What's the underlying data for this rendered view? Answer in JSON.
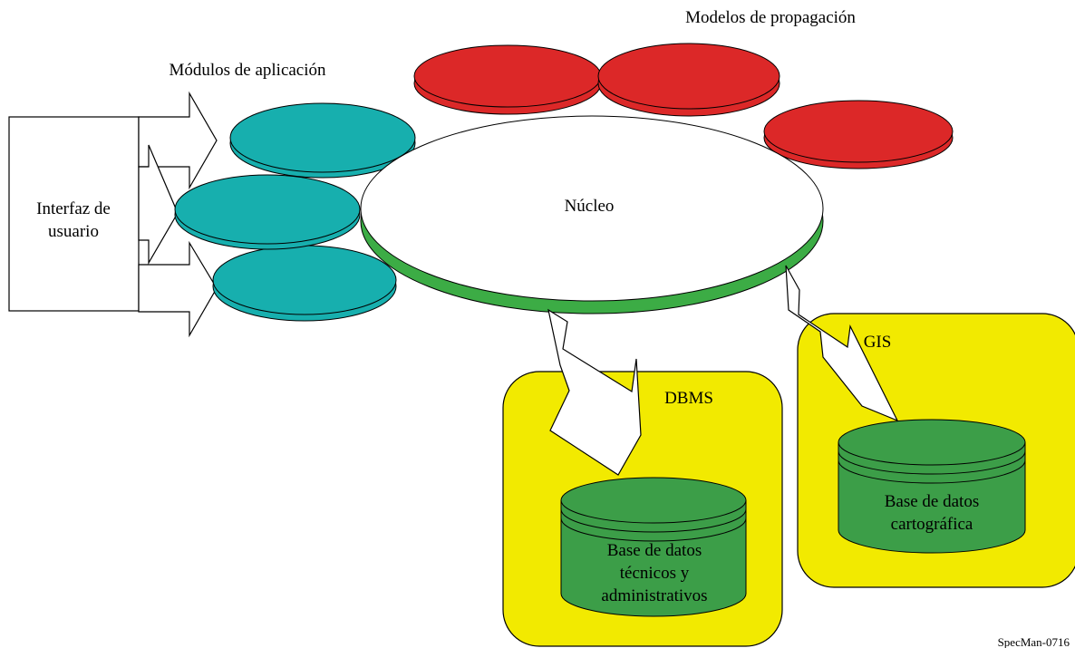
{
  "labels": {
    "propagation_models": "Modelos de propagación",
    "application_modules": "Módulos de aplicación",
    "user_interface_line1": "Interfaz de",
    "user_interface_line2": "usuario",
    "core": "Núcleo",
    "dbms": "DBMS",
    "gis": "GIS",
    "tech_db_line1": "Base de datos",
    "tech_db_line2": "técnicos y",
    "tech_db_line3": "administrativos",
    "carto_db_line1": "Base de datos",
    "carto_db_line2": "cartográfica",
    "figure_ref": "SpecMan-0716"
  },
  "colors": {
    "module_teal": "#17afae",
    "propagation_red": "#dc2828",
    "core_rim_green": "#3cac45",
    "database_green": "#3c9e48",
    "container_yellow": "#f2ea00",
    "stroke": "#000000"
  }
}
